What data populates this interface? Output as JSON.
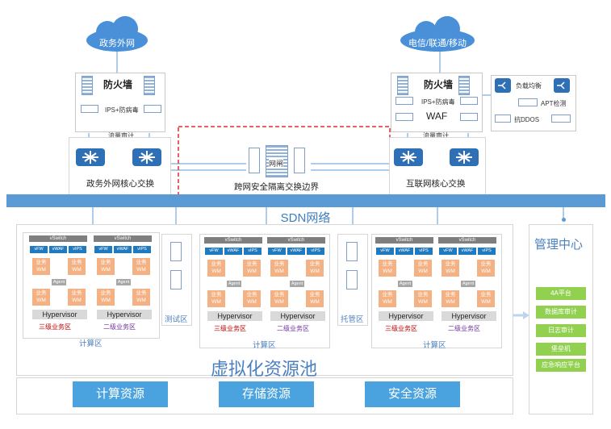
{
  "clouds": {
    "left": "政务外网",
    "right": "电信/联通/移动"
  },
  "left_edge": {
    "firewall": "防火墙",
    "ips": "IPS+防病毒",
    "flow_audit": "流量审计",
    "core_switch": "政务外网核心交换"
  },
  "right_edge": {
    "firewall": "防火墙",
    "ips": "IPS+防病毒",
    "waf": "WAF",
    "flow_audit": "流量审计",
    "core_switch": "互联网核心交换"
  },
  "security_services": {
    "lb": "负载均衡",
    "apt": "APT检测",
    "ddos": "抗DDOS"
  },
  "isolation": {
    "gateway": "网闸",
    "label": "跨网安全隔离交换边界"
  },
  "sdn": "SDN网络",
  "compute_block": {
    "vswitch": "vSwitch",
    "nics": [
      "vFW",
      "vWAF",
      "vIPS"
    ],
    "vm": "业务\nWM",
    "agent": "Agent",
    "hypervisor": "Hypervisor",
    "level3": "三级业务区",
    "level2": "二级业务区",
    "compute_area": "计算区"
  },
  "zones": {
    "test": "测试区",
    "hosting": "托管区"
  },
  "pool": "虚拟化资源池",
  "resources": [
    "计算资源",
    "存储资源",
    "安全资源"
  ],
  "mgmt": {
    "title": "管理中心",
    "items": [
      "4A平台",
      "数据库审计",
      "日志审计",
      "堡垒机",
      "应急响应平台"
    ]
  },
  "colors": {
    "blue": "#5b9bd5",
    "vm": "#f4b183",
    "green": "#92d050",
    "red_dash": "#e03030"
  }
}
